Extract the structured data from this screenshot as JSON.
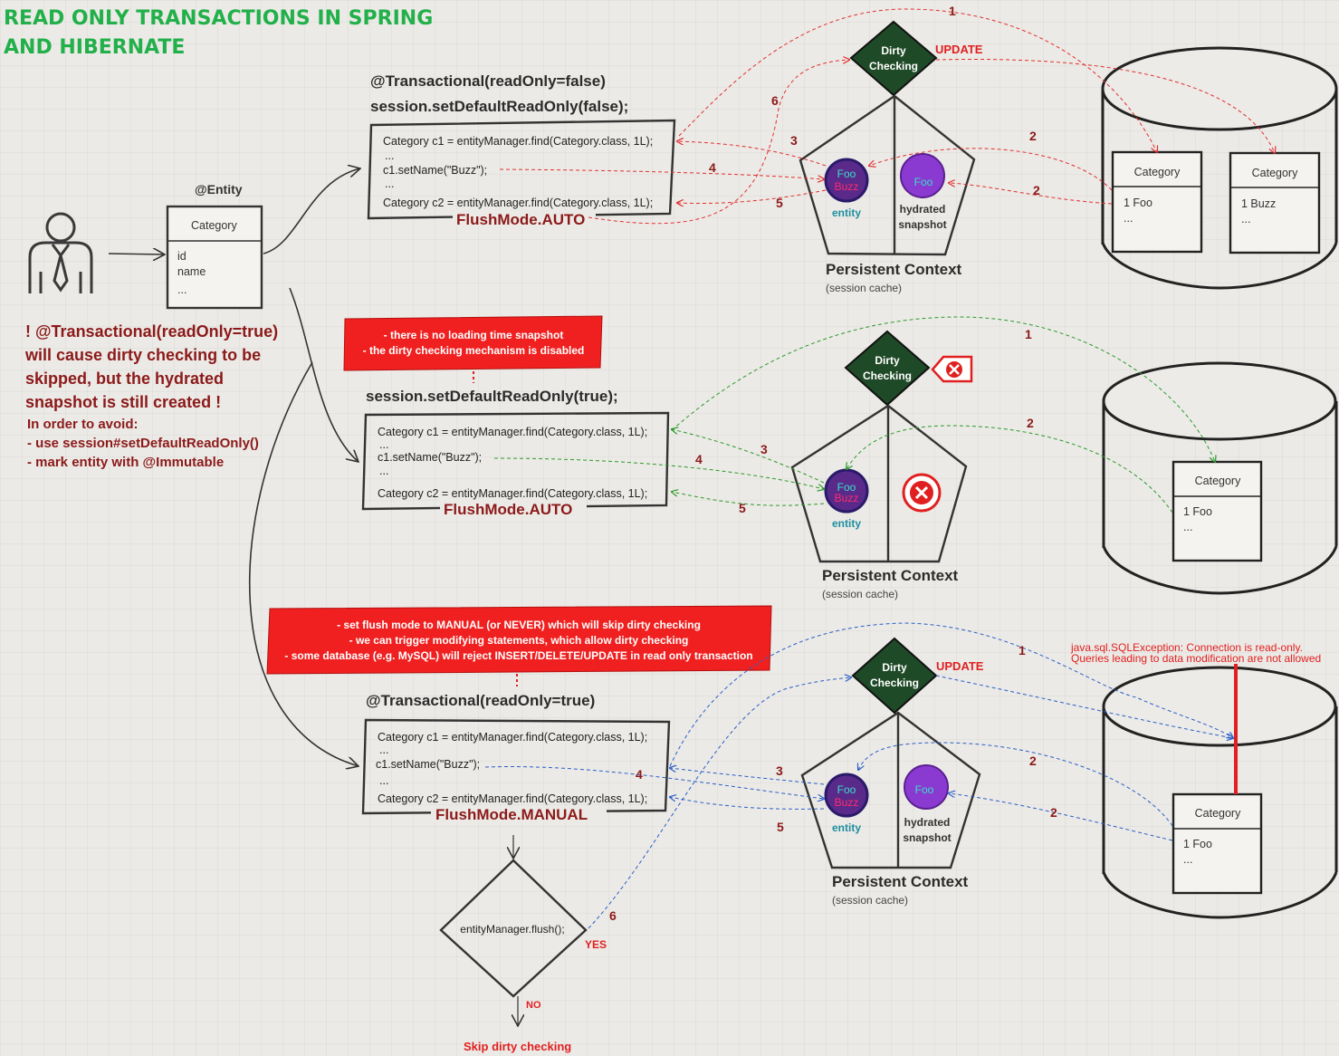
{
  "title": {
    "line1": "READ ONLY TRANSACTIONS IN SPRING",
    "line2": "AND HIBERNATE"
  },
  "entity_class": {
    "annotation": "@Entity",
    "name": "Category",
    "fields": [
      "id",
      "name",
      "..."
    ]
  },
  "warning": {
    "lines": [
      "! @Transactional(readOnly=true)",
      "will cause dirty checking to be",
      "skipped, but the hydrated",
      "snapshot is still created !"
    ],
    "avoid_title": "In order to avoid:",
    "avoid_items": [
      "- use session#setDefaultReadOnly()",
      "- mark entity with @Immutable"
    ]
  },
  "code": {
    "find_c1": "Category c1 = entityManager.find(Category.class, 1L);",
    "ellipsis": "...",
    "set_name": "c1.setName(\"Buzz\");",
    "find_c2": "Category c2 = entityManager.find(Category.class, 1L);"
  },
  "common": {
    "dirty_checking": [
      "Dirty",
      "Checking"
    ],
    "update": "UPDATE",
    "persistent_context": "Persistent Context",
    "session_cache": "(session cache)",
    "entity": "entity",
    "hydrated_snapshot": [
      "hydrated",
      "snapshot"
    ],
    "foo": "Foo",
    "buzz": "Buzz",
    "db_table": "Category",
    "row_foo": "1 Foo",
    "row_buzz": "1 Buzz",
    "row_more": "..."
  },
  "panel1": {
    "header1": "@Transactional(readOnly=false)",
    "header2": "session.setDefaultReadOnly(false);",
    "flush_mode": "FlushMode.AUTO"
  },
  "panel2": {
    "note": [
      "- there is no loading time snapshot",
      "- the dirty checking mechanism is disabled"
    ],
    "header": "session.setDefaultReadOnly(true);",
    "flush_mode": "FlushMode.AUTO"
  },
  "panel3": {
    "note": [
      "- set flush mode to MANUAL (or NEVER) which will skip dirty checking",
      "- we can trigger modifying statements, which allow dirty checking",
      "- some database (e.g. MySQL) will reject INSERT/DELETE/UPDATE in read only transaction"
    ],
    "header": "@Transactional(readOnly=true)",
    "flush_mode": "FlushMode.MANUAL",
    "flush_call": "entityManager.flush();",
    "yes": "YES",
    "no": "NO",
    "skip": "Skip dirty checking",
    "error": [
      "java.sql.SQLException: Connection is read-only.",
      "Queries leading to data modification are not allowed"
    ]
  },
  "step_numbers": [
    "1",
    "2",
    "3",
    "4",
    "5",
    "6"
  ],
  "colors": {
    "panel1_arrows": "#e03030",
    "panel2_arrows": "#2a9a2a",
    "panel3_arrows": "#2a5fc8",
    "dirty_fill": "#1f4a27",
    "note_fill": "#f02020"
  }
}
